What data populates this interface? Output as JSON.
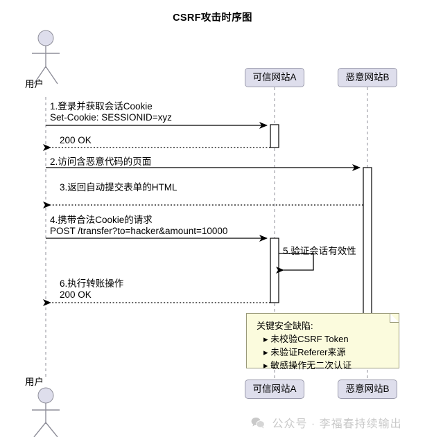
{
  "title": "CSRF攻击时序图",
  "actor": {
    "name": "用户",
    "icon": "actor-stick-figure-icon"
  },
  "participants": [
    {
      "id": "siteA",
      "label": "可信网站A"
    },
    {
      "id": "siteB",
      "label": "恶意网站B"
    }
  ],
  "messages": [
    {
      "num": "1",
      "from": "用户",
      "to": "可信网站A",
      "type": "solid",
      "lines": [
        "1.登录并获取会话Cookie",
        "Set-Cookie: SESSIONID=xyz"
      ]
    },
    {
      "num": "",
      "from": "可信网站A",
      "to": "用户",
      "type": "dashed",
      "lines": [
        "200 OK"
      ]
    },
    {
      "num": "2",
      "from": "用户",
      "to": "恶意网站B",
      "type": "solid",
      "lines": [
        "2.访问含恶意代码的页面"
      ]
    },
    {
      "num": "3",
      "from": "恶意网站B",
      "to": "用户",
      "type": "dashed",
      "lines": [
        "3.返回自动提交表单的HTML"
      ]
    },
    {
      "num": "4",
      "from": "用户",
      "to": "可信网站A",
      "type": "solid",
      "lines": [
        "4.携带合法Cookie的请求",
        "POST /transfer?to=hacker&amount=10000"
      ]
    },
    {
      "num": "5",
      "from": "可信网站A",
      "to": "可信网站A",
      "type": "self",
      "lines": [
        "5.验证会话有效性"
      ]
    },
    {
      "num": "6",
      "from": "可信网站A",
      "to": "用户",
      "type": "dashed",
      "lines": [
        "6.执行转账操作",
        "200 OK"
      ]
    }
  ],
  "note": {
    "title": "关键安全缺陷:",
    "bullet": "▸",
    "items": [
      "未校验CSRF Token",
      "未验证Referer来源",
      "敏感操作无二次认证"
    ]
  },
  "watermark": {
    "text": "公众号 · 李福春持续输出",
    "icon": "wechat-icon"
  },
  "colors": {
    "participant_fill": "#dedeec",
    "participant_border": "#9a9aab",
    "note_fill": "#fbfbdd",
    "note_border": "#9a9a7a",
    "lifeline": "#888888",
    "message": "#000000",
    "watermark": "#c9c9c9"
  }
}
